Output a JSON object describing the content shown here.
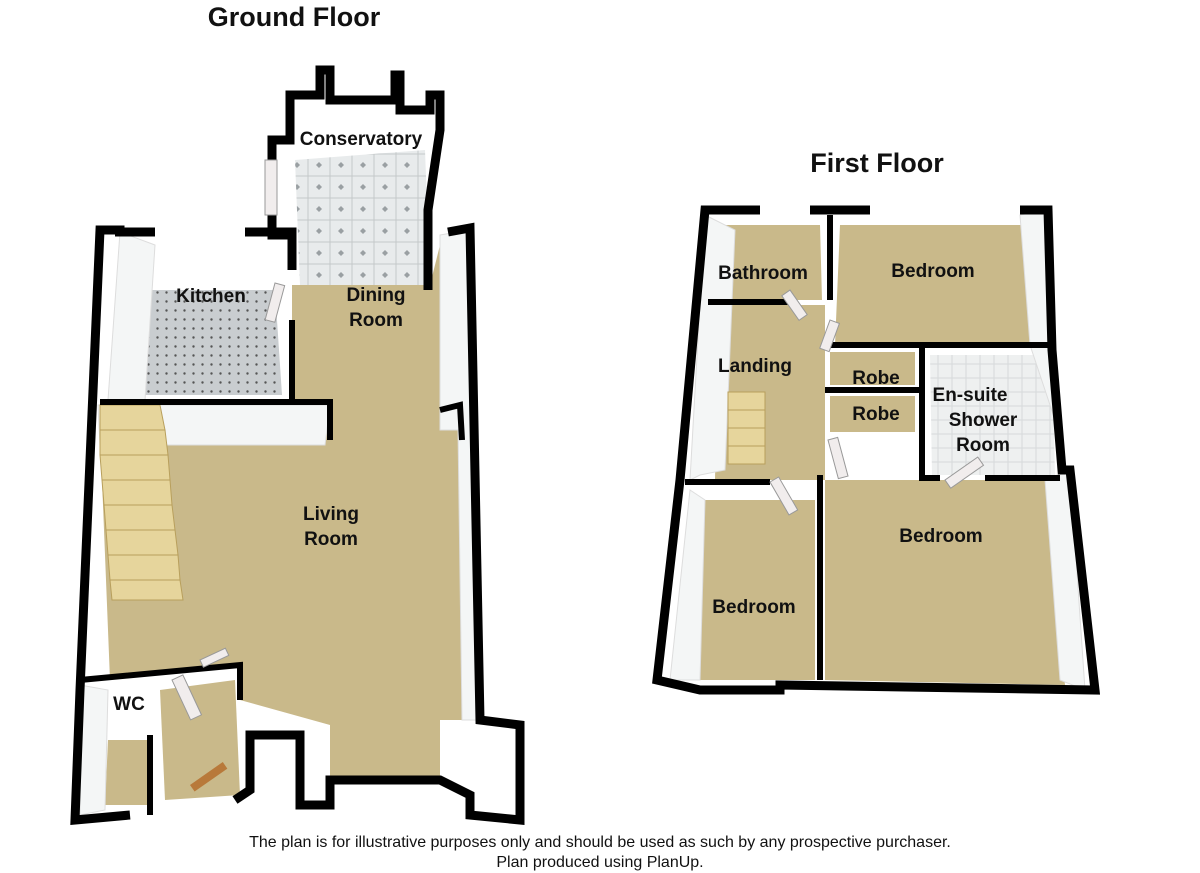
{
  "ground_floor": {
    "title": "Ground Floor",
    "rooms": {
      "conservatory": "Conservatory",
      "kitchen": "Kitchen",
      "dining_1": "Dining",
      "dining_2": "Room",
      "living_1": "Living",
      "living_2": "Room",
      "wc": "WC"
    }
  },
  "first_floor": {
    "title": "First Floor",
    "rooms": {
      "bathroom": "Bathroom",
      "bedroom_top": "Bedroom",
      "landing": "Landing",
      "robe_1": "Robe",
      "robe_2": "Robe",
      "ensuite_1": "En-suite",
      "ensuite_2": "Shower",
      "ensuite_3": "Room",
      "bedroom_right": "Bedroom",
      "bedroom_left": "Bedroom"
    }
  },
  "footer": {
    "line1": "The plan is for illustrative purposes only and should be used as such by any prospective purchaser.",
    "line2": "Plan produced using PlanUp."
  }
}
